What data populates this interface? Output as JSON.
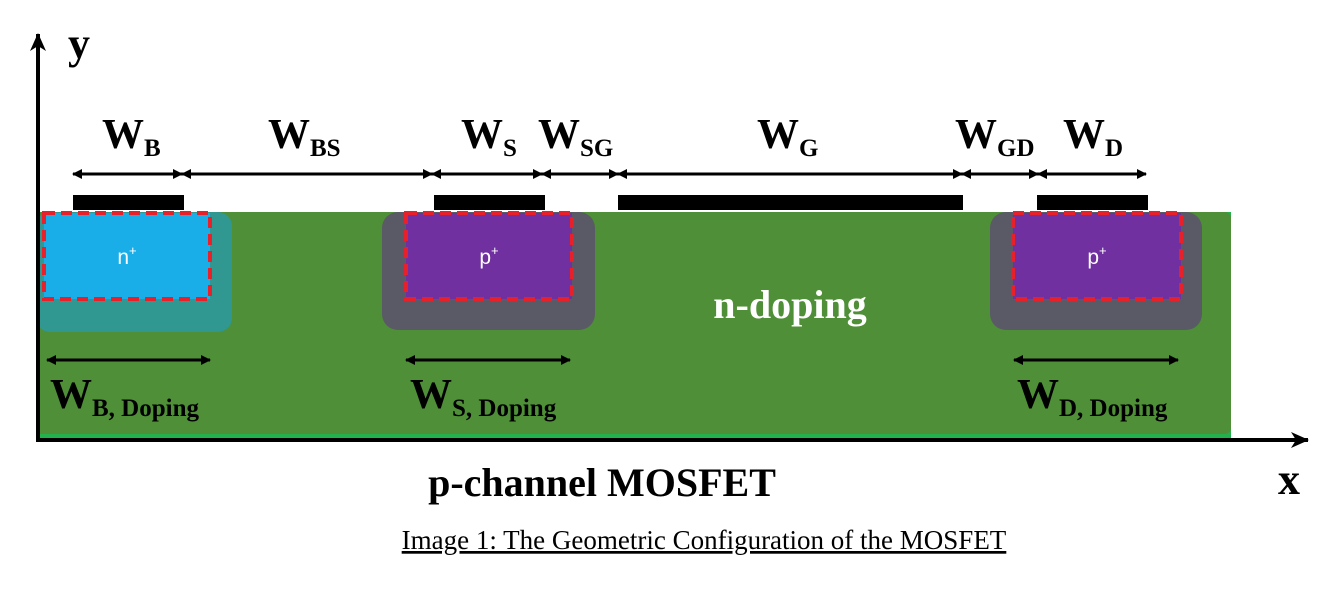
{
  "axes": {
    "y_label": "y",
    "x_label": "x"
  },
  "widths": {
    "wb": {
      "main": "W",
      "sub": "B"
    },
    "wbs": {
      "main": "W",
      "sub": "BS"
    },
    "ws": {
      "main": "W",
      "sub": "S"
    },
    "wsg": {
      "main": "W",
      "sub": "SG"
    },
    "wg": {
      "main": "W",
      "sub": "G"
    },
    "wgd": {
      "main": "W",
      "sub": "GD"
    },
    "wd": {
      "main": "W",
      "sub": "D"
    }
  },
  "doping_widths": {
    "b": {
      "main": "W",
      "sub": "B, Doping"
    },
    "s": {
      "main": "W",
      "sub": "S, Doping"
    },
    "d": {
      "main": "W",
      "sub": "D, Doping"
    }
  },
  "regions": {
    "body": {
      "label": "n-doping",
      "color": "#4f8f37"
    },
    "bulk": {
      "base": "n",
      "sup": "+",
      "color": "#1aaee8"
    },
    "source": {
      "base": "p",
      "sup": "+",
      "color": "#7030a0"
    },
    "drain": {
      "base": "p",
      "sup": "+",
      "color": "#7030a0"
    },
    "depletion_color": "#5a5a66",
    "boundary_color": "#e8202a",
    "substrate_edge_color": "#23b14d"
  },
  "device_title": "p-channel MOSFET",
  "caption": "Image 1: The Geometric Configuration of the MOSFET"
}
